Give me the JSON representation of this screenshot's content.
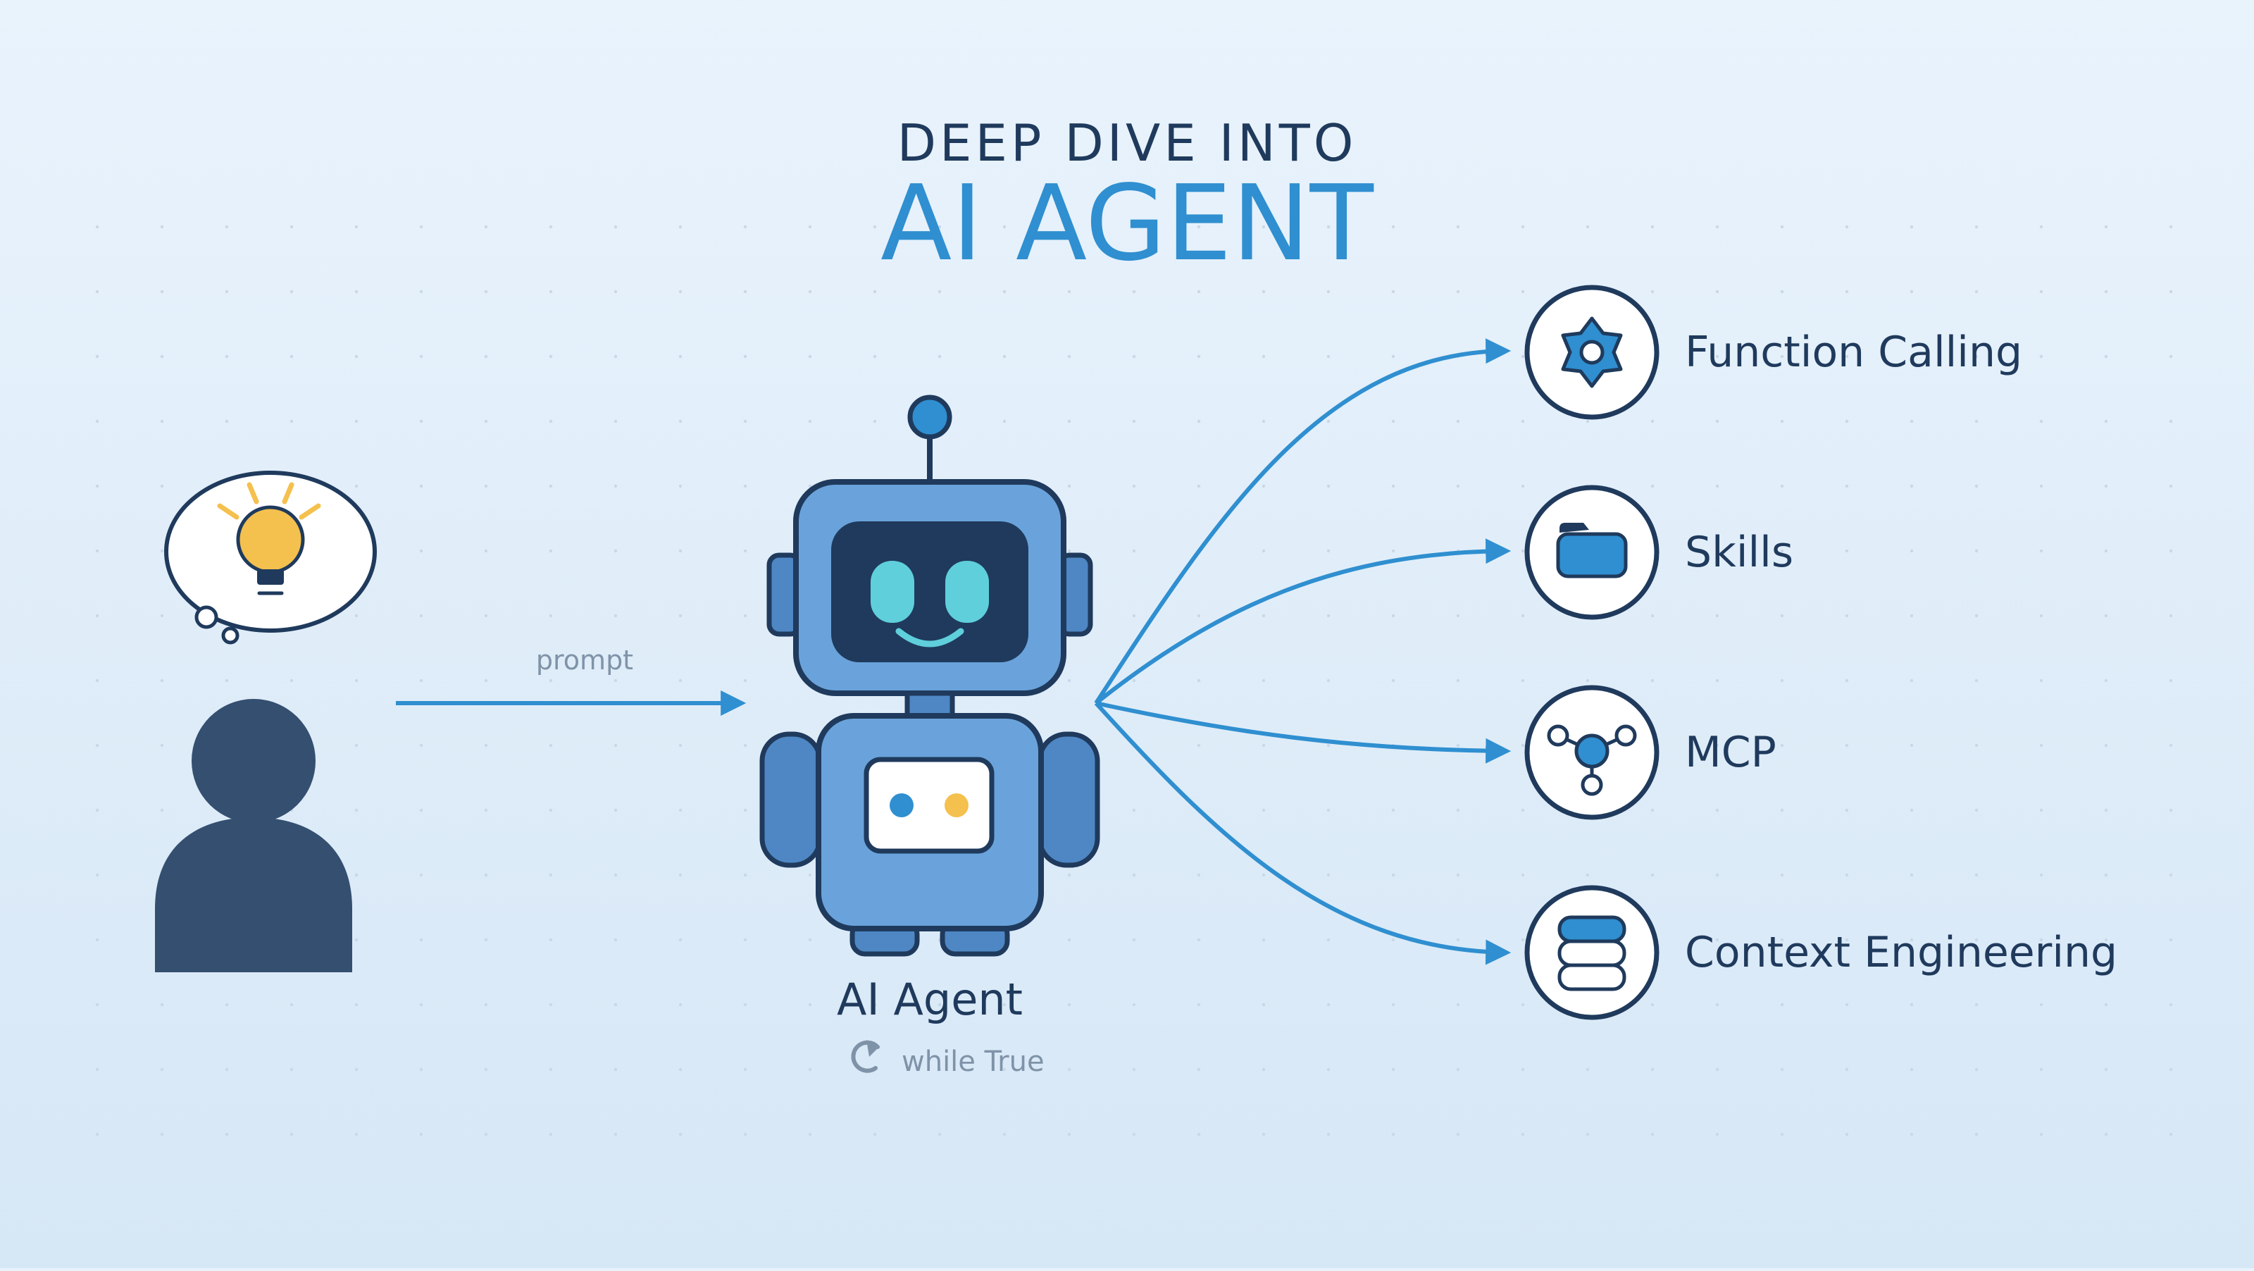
{
  "header": {
    "kicker": "DEEP DIVE INTO",
    "title": "AI AGENT"
  },
  "flow": {
    "prompt_label": "prompt"
  },
  "agent": {
    "name": "AI Agent",
    "loop_label": "while True"
  },
  "capabilities": [
    {
      "label": "Function Calling",
      "icon": "gear-icon"
    },
    {
      "label": "Skills",
      "icon": "folder-icon"
    },
    {
      "label": "MCP",
      "icon": "network-icon"
    },
    {
      "label": "Context Engineering",
      "icon": "stack-icon"
    }
  ],
  "colors": {
    "navy": "#1f3a5c",
    "accent_blue": "#2f8fd0",
    "robot_body": "#6aa3db",
    "robot_limb": "#4e87c4",
    "eye_cyan": "#5fcfdc",
    "bulb_yellow": "#f4c04e",
    "person": "#344f70",
    "muted_text": "#7f93a8"
  }
}
